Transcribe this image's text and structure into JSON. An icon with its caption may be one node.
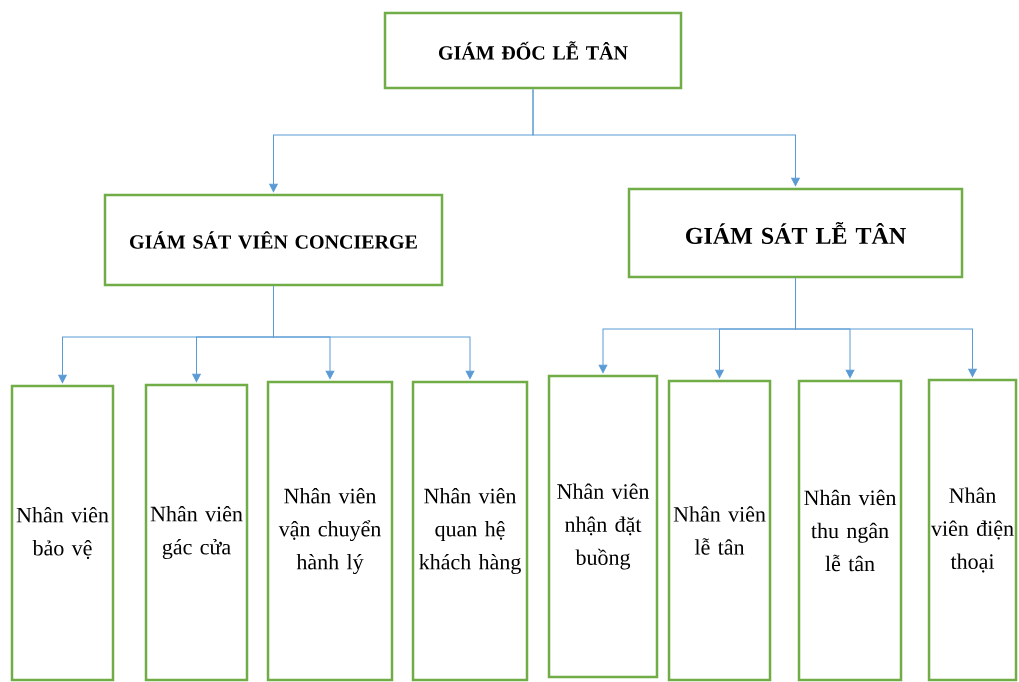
{
  "diagram": {
    "nodes": [
      {
        "text": [
          "GIÁM ĐỐC LỄ TÂN"
        ]
      },
      {
        "text": [
          "GIÁM SÁT VIÊN CONCIERGE"
        ]
      },
      {
        "text": [
          "GIÁM SÁT LỄ TÂN"
        ]
      },
      {
        "text": [
          "Nhân viên bảo vệ"
        ]
      },
      {
        "text": [
          "Nhân viên gác cửa"
        ]
      },
      {
        "text": [
          "Nhân viên vận chuyển hành lý"
        ]
      },
      {
        "text": [
          "Nhân viên quan hệ khách hàng"
        ]
      },
      {
        "text": [
          "Nhân viên nhận đặt buồng"
        ]
      },
      {
        "text": [
          "Nhân viên lễ tân"
        ]
      },
      {
        "text": [
          "Nhân viên thu ngân lễ tân"
        ]
      },
      {
        "text": [
          "Nhân viên điện thoại"
        ]
      }
    ],
    "edges": [
      {
        "from": 0,
        "to": 1,
        "arrow": "to"
      },
      {
        "from": 0,
        "to": 2,
        "arrow": "to"
      },
      {
        "from": 1,
        "to": 3,
        "arrow": "to"
      },
      {
        "from": 1,
        "to": 4,
        "arrow": "to"
      },
      {
        "from": 1,
        "to": 5,
        "arrow": "to"
      },
      {
        "from": 1,
        "to": 6,
        "arrow": "to"
      },
      {
        "from": 2,
        "to": 7,
        "arrow": "to"
      },
      {
        "from": 2,
        "to": 8,
        "arrow": "to"
      },
      {
        "from": 2,
        "to": 9,
        "arrow": "to"
      },
      {
        "from": 2,
        "to": 10,
        "arrow": "to"
      }
    ]
  }
}
